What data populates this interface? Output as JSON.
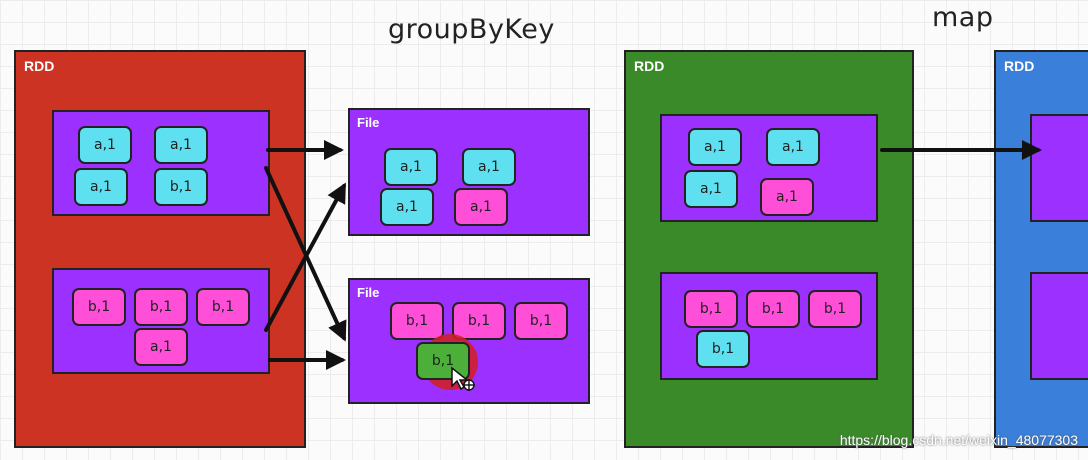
{
  "titles": {
    "left": "groupByKey",
    "right": "map"
  },
  "rdd_label": "RDD",
  "file_label": "File",
  "chips": {
    "a1": "a,1",
    "b1": "b,1"
  },
  "watermark": "https://blog.csdn.net/weixin_48077303",
  "colors": {
    "rdd_red": "#cc3322",
    "rdd_green": "#3a8a2a",
    "rdd_blue": "#3a7fd9",
    "partition_purple": "#9b30ff",
    "chip_cyan": "#5ee0f0",
    "chip_pink": "#ff4fd8",
    "highlight_red": "#d21e1e"
  }
}
